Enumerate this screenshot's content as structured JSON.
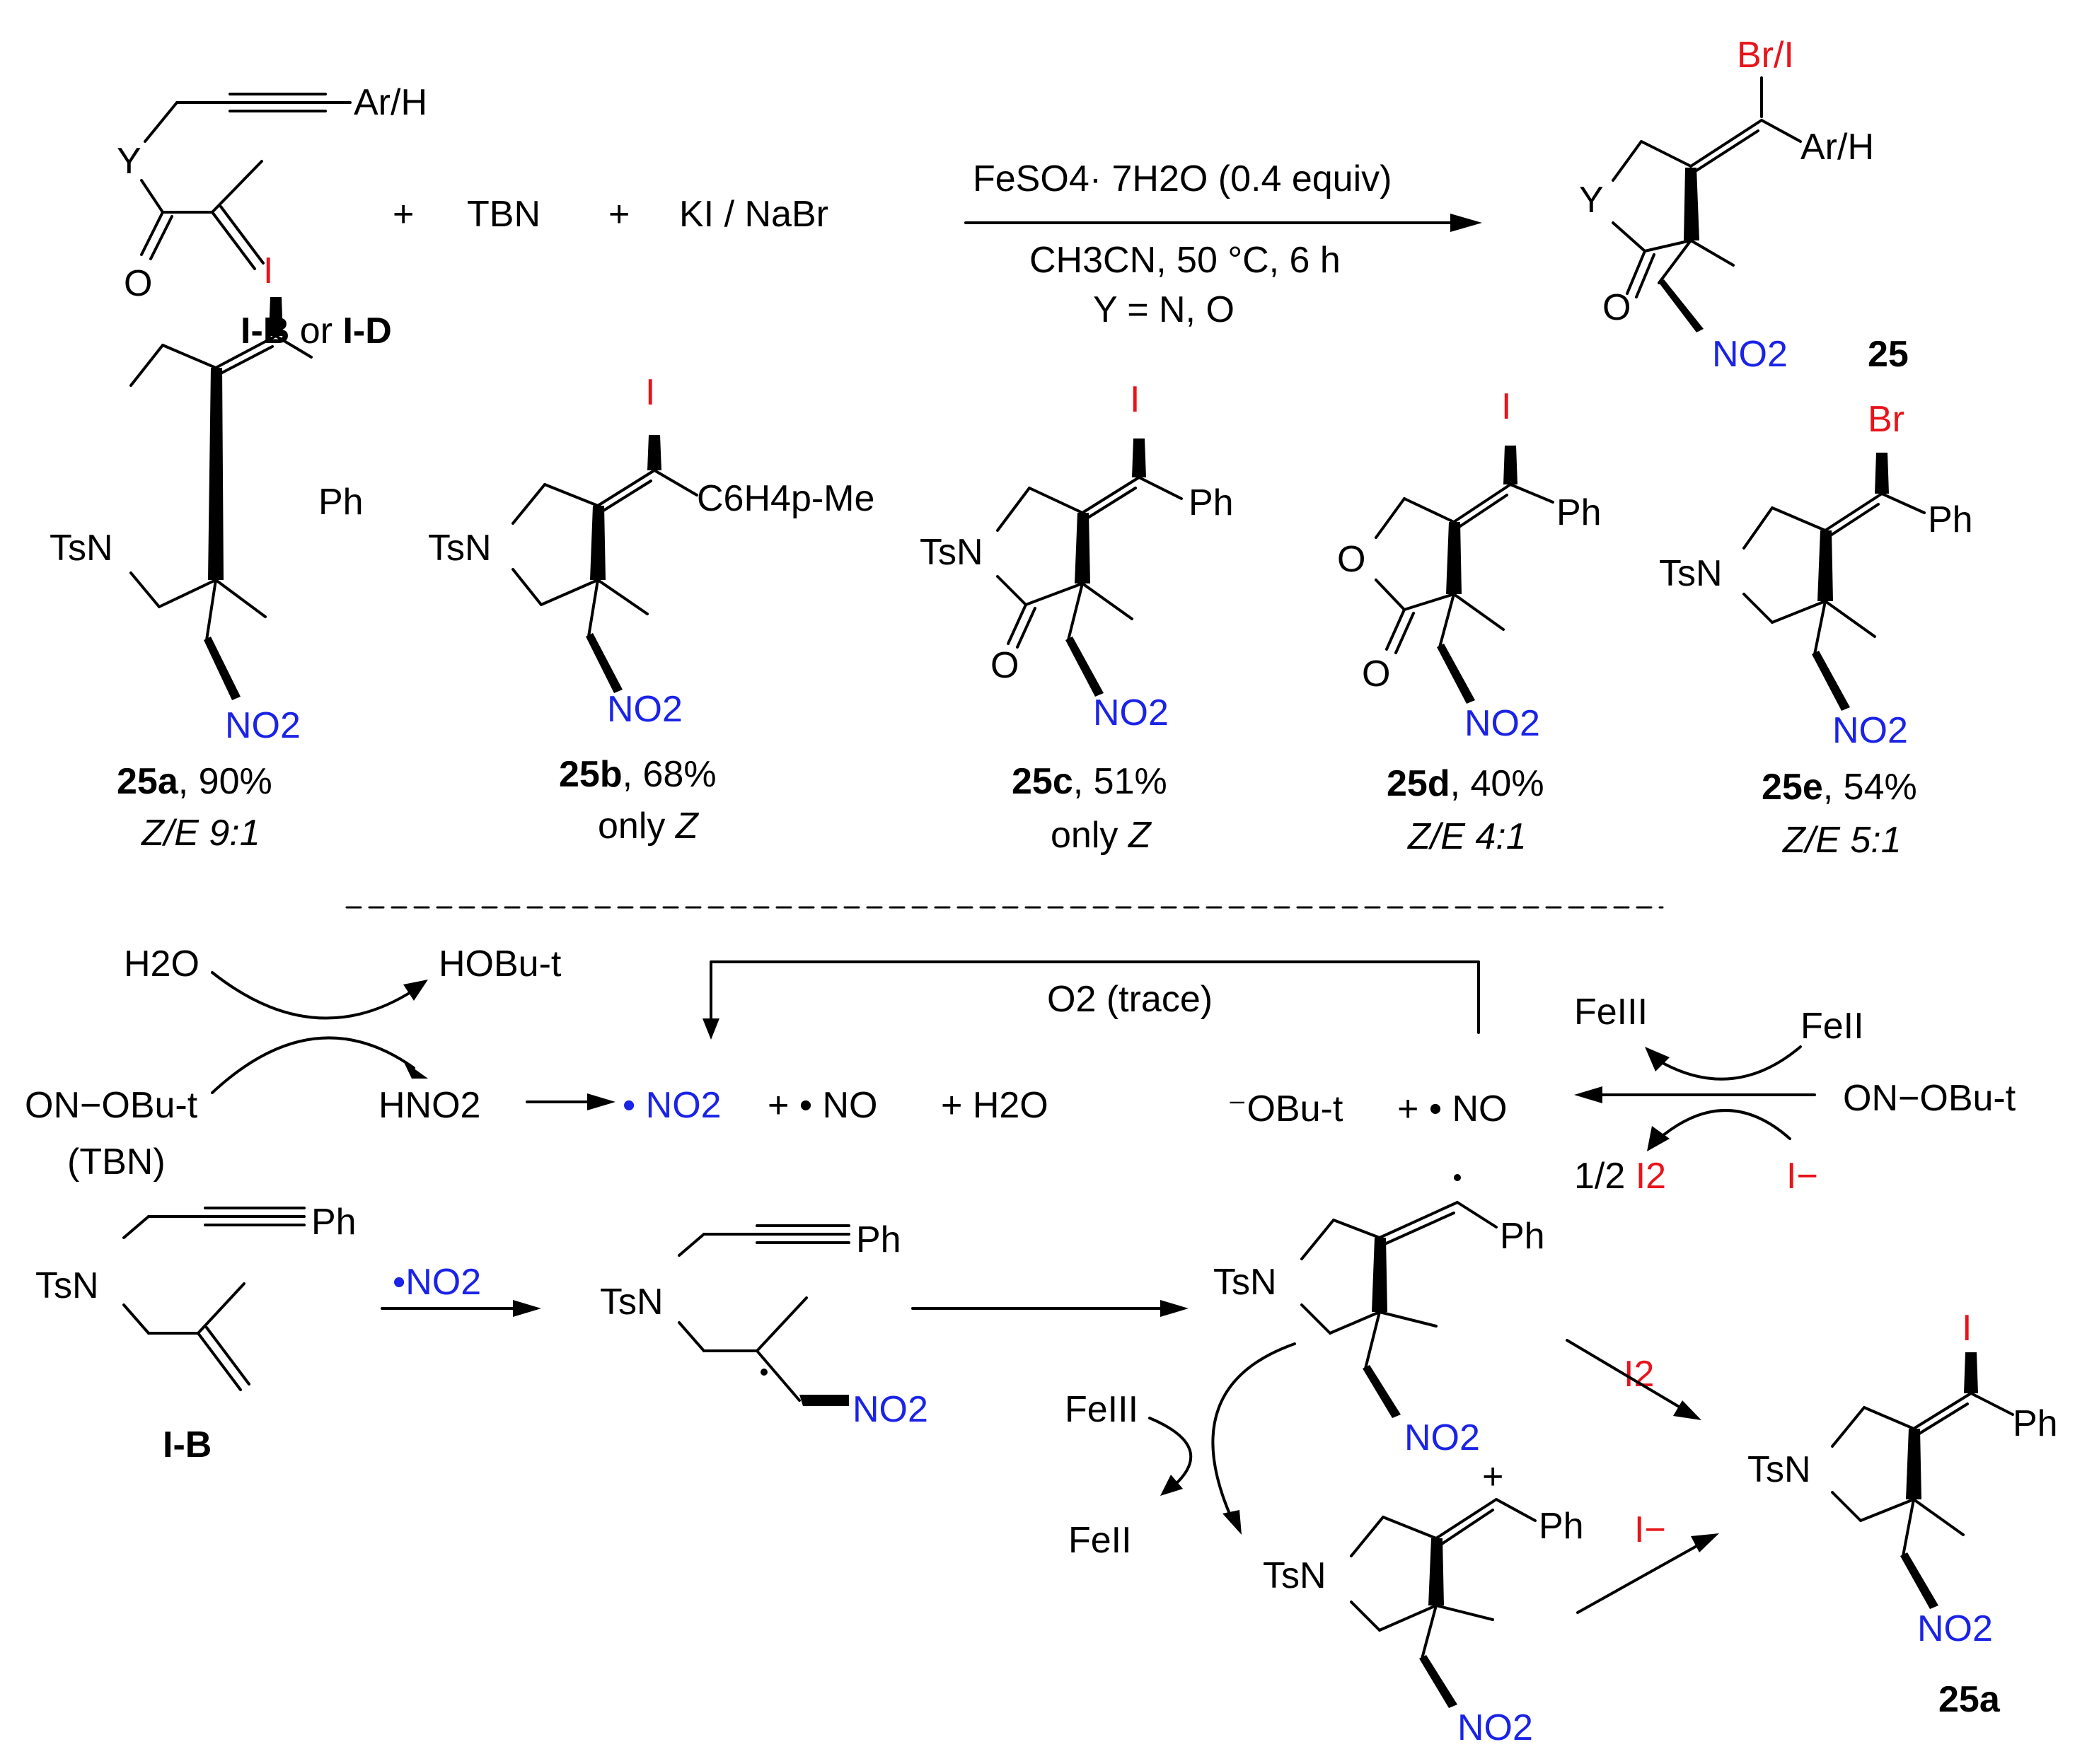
{
  "reaction": {
    "reactant_label_1": "I-B",
    "reactant_label_or": " or ",
    "reactant_label_2": "I-D",
    "substituent_ArH": "Ar/H",
    "atom_Y": "Y",
    "atom_O": "O",
    "plus": "+",
    "reagent_TBN": "TBN",
    "reagent_salts": "KI / NaBr",
    "conditions_catalyst": "FeSO4· 7H2O (0.4 equiv)",
    "conditions_solvent": "CH3CN, 50 °C, 6 h",
    "conditions_Y": "Y = N, O",
    "product_label": "25",
    "product_halogen": "Br/I",
    "nitro": "NO2"
  },
  "products": [
    {
      "id": "25a",
      "yield": ", 90%",
      "selectivity": "Z/E 9:1",
      "halogen": "I",
      "aryl": "Ph",
      "ring": "TsN"
    },
    {
      "id": "25b",
      "yield": ", 68%",
      "selectivity": "only Z",
      "halogen": "I",
      "aryl": "C6H4p-Me",
      "ring": "TsN"
    },
    {
      "id": "25c",
      "yield": ", 51%",
      "selectivity": "only Z",
      "halogen": "I",
      "aryl": "Ph",
      "ring": "TsN"
    },
    {
      "id": "25d",
      "yield": ", 40%",
      "selectivity": "Z/E 4:1",
      "halogen": "I",
      "aryl": "Ph",
      "ring": "O"
    },
    {
      "id": "25e",
      "yield": ", 54%",
      "selectivity": "Z/E 5:1",
      "halogen": "Br",
      "aryl": "Ph",
      "ring": "TsN"
    }
  ],
  "mechanism": {
    "water": "H2O",
    "hobu": "HOBu-t",
    "tbn_formula": "ON−OBu-t",
    "tbn_name": "(TBN)",
    "hno2": "HNO2",
    "no2_radical": "NO2",
    "no_radical": "NO",
    "plus_water": "+ H2O",
    "o2_trace": "O2 (trace)",
    "obu_anion": "OBu-t",
    "fe3": "FeIII",
    "fe2": "FeII",
    "half_i2": "1/2 I2",
    "iodide": "I−",
    "substrate_label": "I-B",
    "final_label": "25a",
    "i2": "I2"
  },
  "colors": {
    "halogen": "#e8141b",
    "nitro": "#1a23e6",
    "ink": "#000000"
  }
}
